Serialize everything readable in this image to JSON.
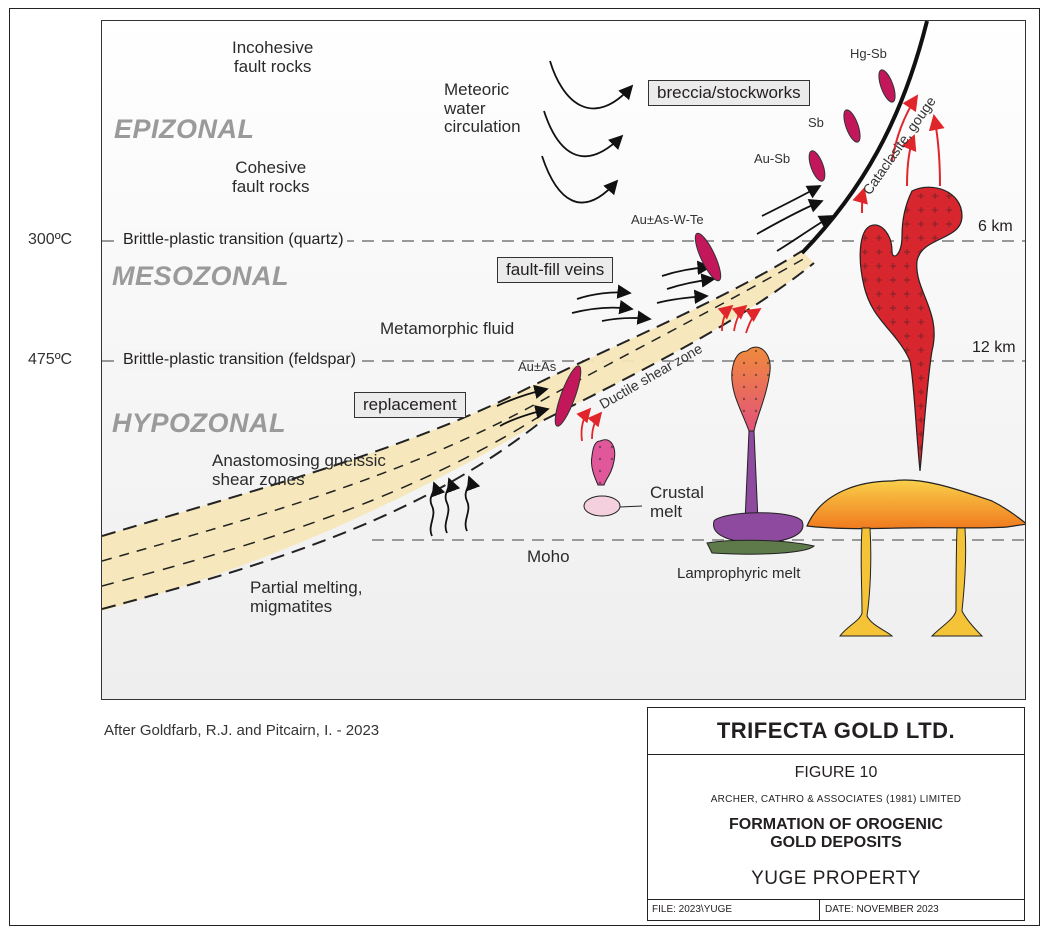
{
  "zones": {
    "epizonal": "EPIZONAL",
    "mesozonal": "MESOZONAL",
    "hypozonal": "HYPOZONAL"
  },
  "labels": {
    "incohesive": "Incohesive\nfault rocks",
    "cohesive": "Cohesive\nfault rocks",
    "meteoric": "Meteoric\nwater\ncirculation",
    "metamorphic": "Metamorphic fluid",
    "anastomosing": "Anastomosing gneissic\nshear zones",
    "partial": "Partial melting,\nmigmatites",
    "moho": "Moho",
    "crustal": "Crustal\nmelt",
    "lamprophyric": "Lamprophyric melt",
    "ductile": "Ductile shear zone",
    "cataclasite": "Cataclasite, gouge"
  },
  "boxes": {
    "breccia": "breccia/stockworks",
    "faultfill": "fault-fill veins",
    "replacement": "replacement"
  },
  "transitions": {
    "t300": "300ºC",
    "t300_label": "Brittle-plastic transition (quartz)",
    "t475": "475ºC",
    "t475_label": "Brittle-plastic transition (feldspar)",
    "d6": "6 km",
    "d12": "12 km"
  },
  "deposits": {
    "hgsb": "Hg-Sb",
    "sb": "Sb",
    "ausb": "Au-Sb",
    "auaswte": "Au±As-W-Te",
    "auas": "Au±As"
  },
  "credit": "After Goldfarb, R.J. and Pitcairn, I. - 2023",
  "titleblock": {
    "company": "TRIFECTA GOLD LTD.",
    "figure": "FIGURE 10",
    "consultant": "ARCHER, CATHRO & ASSOCIATES (1981) LIMITED",
    "title": "FORMATION OF OROGENIC\nGOLD DEPOSITS",
    "property": "YUGE PROPERTY",
    "file": "FILE: 2023\\YUGE",
    "date": "DATE: NOVEMBER 2023"
  },
  "colors": {
    "ore_vein": "#c2185b",
    "granite_red": "#d7262e",
    "melt_purple": "#8e4a9e",
    "lamprophyre_green": "#5e7a4a",
    "melt_orange": "#f08a3c",
    "zone_grey": "#9a9a9a",
    "shear_fill": "#f6e7b8"
  }
}
